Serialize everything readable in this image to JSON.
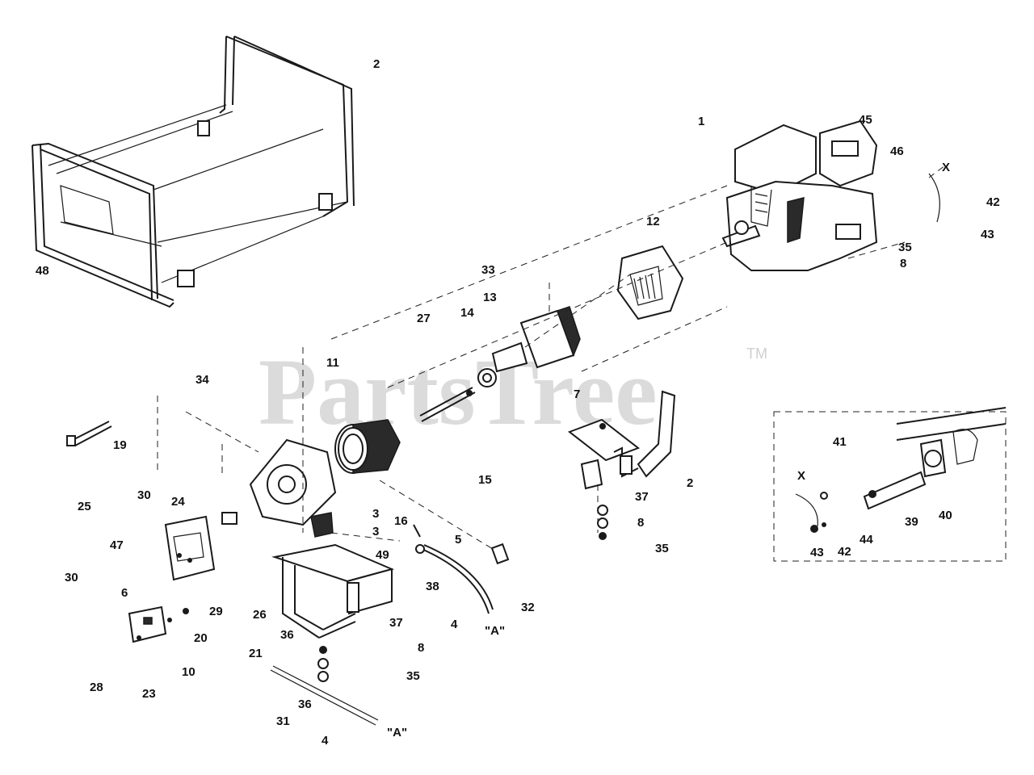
{
  "watermark": {
    "text": "PartsTree",
    "tm": "TM"
  },
  "callouts": {
    "c1": "1",
    "c2a": "2",
    "c2b": "2",
    "c3a": "3",
    "c3b": "3",
    "c4a": "4",
    "c4b": "4",
    "c5": "5",
    "c6": "6",
    "c7": "7",
    "c8a": "8",
    "c8b": "8",
    "c8c": "8",
    "c10": "10",
    "c11": "11",
    "c12": "12",
    "c13": "13",
    "c14": "14",
    "c15": "15",
    "c16": "16",
    "c19": "19",
    "c20": "20",
    "c21": "21",
    "c23": "23",
    "c24": "24",
    "c25": "25",
    "c26": "26",
    "c27": "27",
    "c28": "28",
    "c29": "29",
    "c30a": "30",
    "c30b": "30",
    "c31": "31",
    "c32": "32",
    "c33": "33",
    "c34": "34",
    "c35a": "35",
    "c35b": "35",
    "c35c": "35",
    "c36a": "36",
    "c36b": "36",
    "c37a": "37",
    "c37b": "37",
    "c38": "38",
    "c39": "39",
    "c40": "40",
    "c41": "41",
    "c42a": "42",
    "c42b": "42",
    "c43a": "43",
    "c43b": "43",
    "c44": "44",
    "c45": "45",
    "c46": "46",
    "c47": "47",
    "c48": "48",
    "c49": "49",
    "mA1": "\"A\"",
    "mA2": "\"A\"",
    "mX1": "X",
    "mX2": "X"
  }
}
